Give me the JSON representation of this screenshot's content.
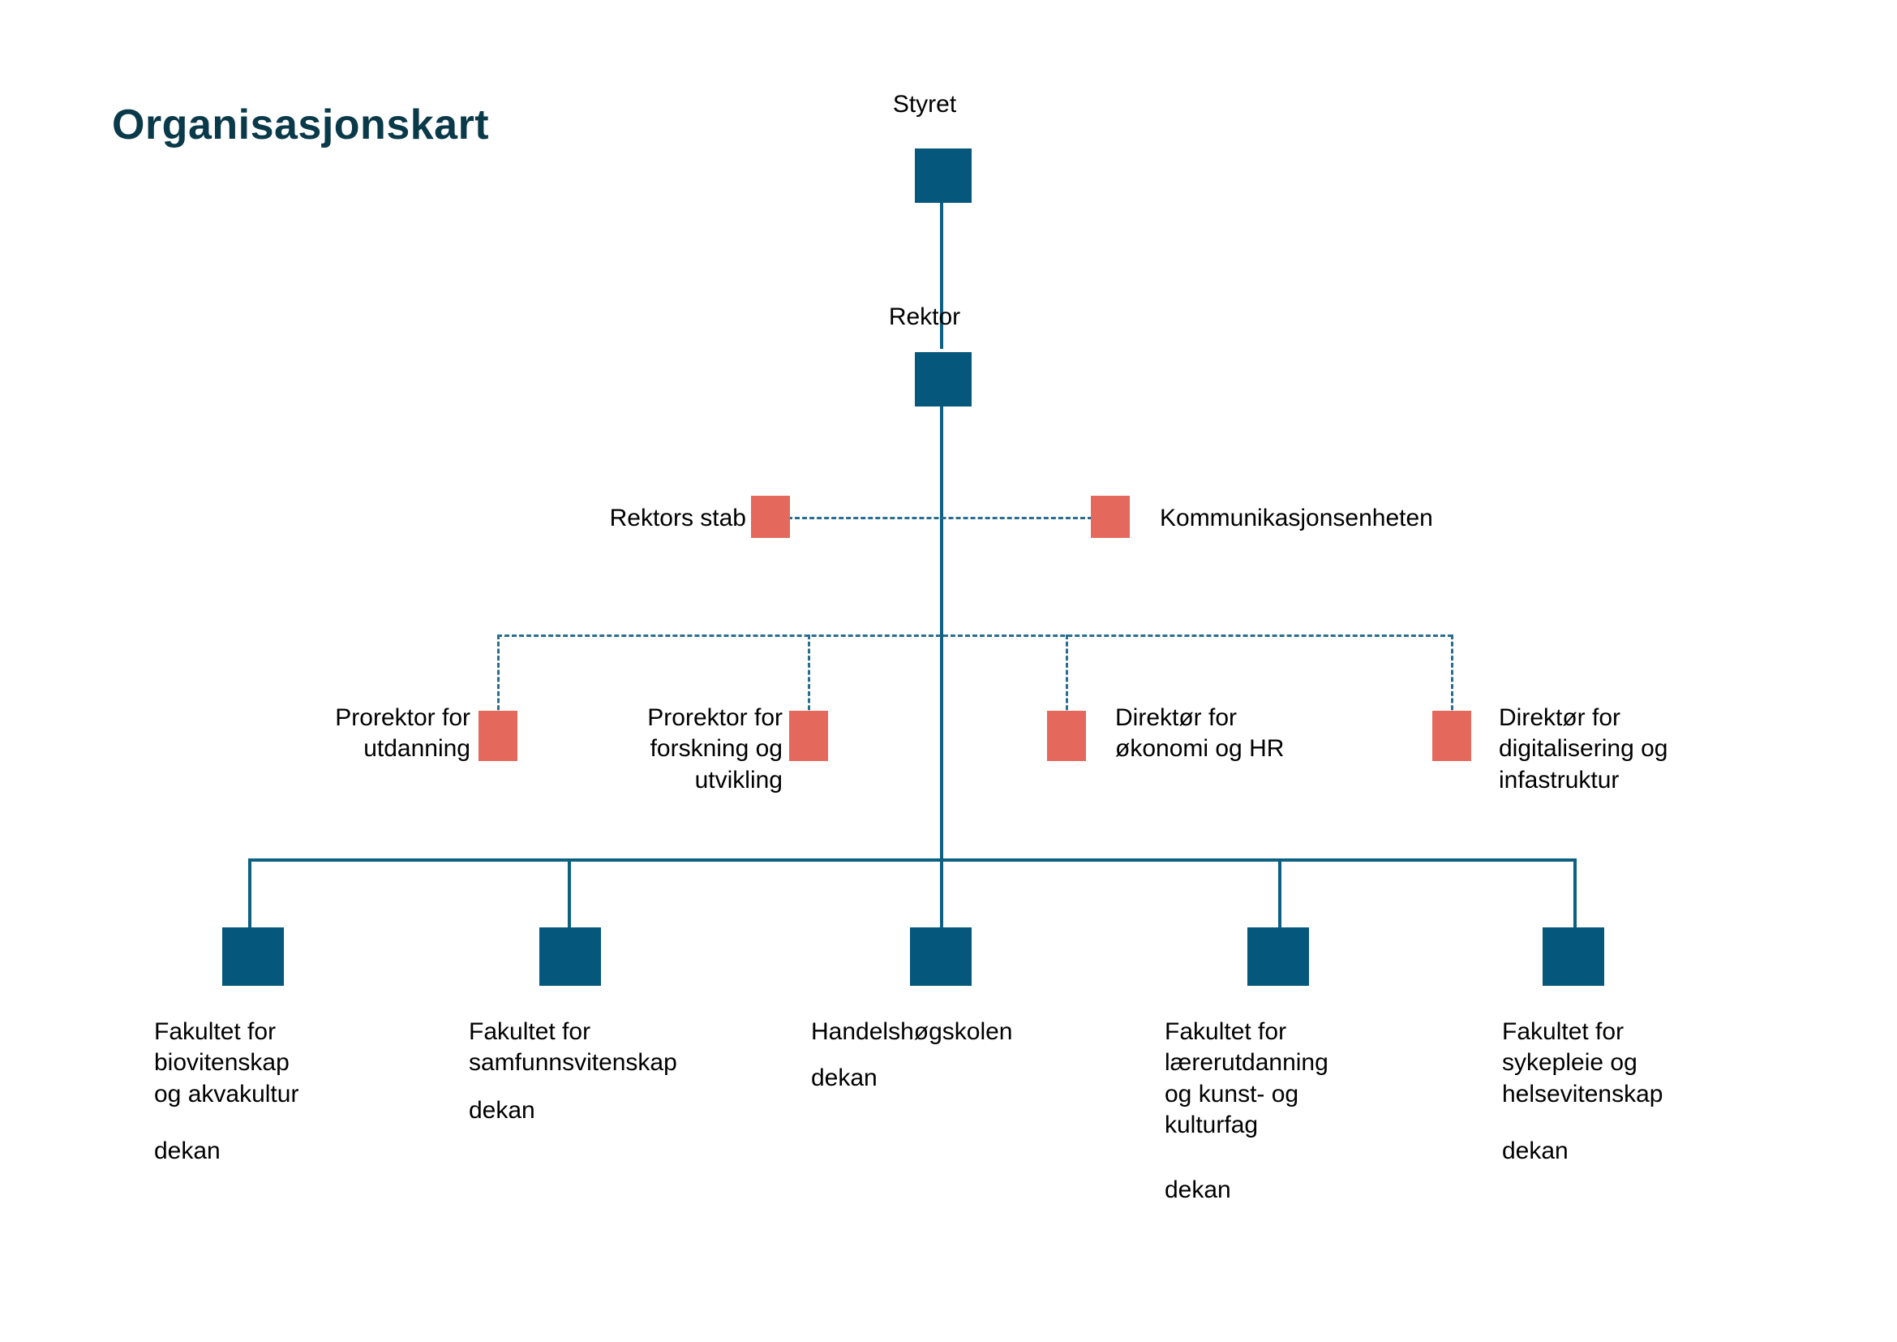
{
  "title": "Organisasjonskart",
  "colors": {
    "title": "#0a3a4a",
    "box_primary": "#05577b",
    "box_secondary": "#e4685c",
    "connector": "#0d6081",
    "connector_dashed": "#2a6e8f",
    "background": "#ffffff",
    "text": "#000000"
  },
  "chart_data": {
    "type": "diagram",
    "title": "Organisasjonskart",
    "description": "Hierarkisk organisasjonskart med styre, rektor, staber, prorektorer/direktorer og fakulteter.",
    "levels": [
      {
        "level": 1,
        "node_color": "#05577b",
        "nodes": [
          {
            "label": "Styret",
            "role": ""
          }
        ]
      },
      {
        "level": 2,
        "node_color": "#05577b",
        "nodes": [
          {
            "label": "Rektor",
            "role": ""
          }
        ]
      },
      {
        "level": 3,
        "node_color": "#e4685c",
        "connector": "dashed",
        "nodes": [
          {
            "label": "Rektors stab",
            "role": ""
          },
          {
            "label": "Kommunikasjonsenheten",
            "role": ""
          }
        ]
      },
      {
        "level": 4,
        "node_color": "#e4685c",
        "connector": "dashed",
        "nodes": [
          {
            "label": "Prorektor for utdanning",
            "role": ""
          },
          {
            "label": "Prorektor for forskning og utvikling",
            "role": ""
          },
          {
            "label": "Direktør for økonomi og HR",
            "role": ""
          },
          {
            "label": "Direktør for digitalisering og infastruktur",
            "role": ""
          }
        ]
      },
      {
        "level": 5,
        "node_color": "#05577b",
        "connector": "solid",
        "nodes": [
          {
            "label": "Fakultet for biovitenskap og akvakultur",
            "role": "dekan"
          },
          {
            "label": "Fakultet for samfunnsvitenskap",
            "role": "dekan"
          },
          {
            "label": "Handelshøgskolen",
            "role": "dekan"
          },
          {
            "label": "Fakultet for lærerutdanning og kunst- og kulturfag",
            "role": "dekan"
          },
          {
            "label": "Fakultet for sykepleie og helsevitenskap",
            "role": "dekan"
          }
        ]
      }
    ]
  },
  "board": {
    "label": "Styret"
  },
  "rector": {
    "label": "Rektor"
  },
  "staff": {
    "left_label": "Rektors stab",
    "right_label": "Kommunikasjonsenheten"
  },
  "directors": {
    "prorector_education": "Prorektor for\nutdanning",
    "prorector_research": "Prorektor for\nforskning og\nutvikling",
    "director_economy": "Direktør for\nøkonomi og HR",
    "director_digital": "Direktør for\ndigitalisering og\ninfastruktur"
  },
  "faculties": [
    {
      "name": "Fakultet for\nbiovitenskap\nog akvakultur",
      "role": "dekan"
    },
    {
      "name": "Fakultet for\nsamfunnsvitenskap",
      "role": "dekan"
    },
    {
      "name": "Handelshøgskolen",
      "role": "dekan"
    },
    {
      "name": "Fakultet for\nlærerutdanning\nog kunst- og\nkulturfag",
      "role": "dekan"
    },
    {
      "name": "Fakultet for\nsykepleie og\nhelsevitenskap",
      "role": "dekan"
    }
  ]
}
